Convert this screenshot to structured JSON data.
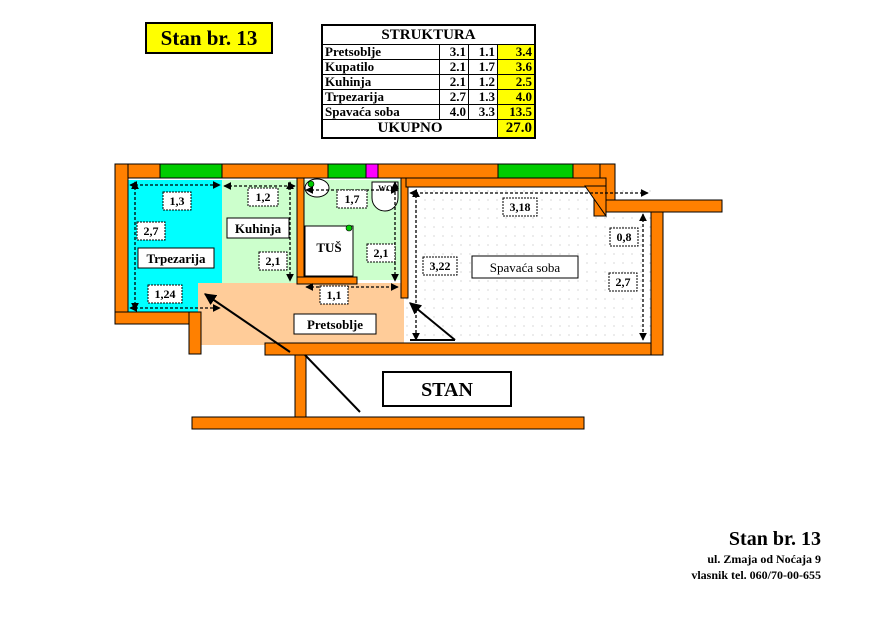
{
  "title": "Stan br. 13",
  "structure": {
    "header": "STRUKTURA",
    "rows": [
      {
        "name": "Pretsoblje",
        "a": "3.1",
        "b": "1.1",
        "area": "3.4"
      },
      {
        "name": "Kupatilo",
        "a": "2.1",
        "b": "1.7",
        "area": "3.6"
      },
      {
        "name": "Kuhinja",
        "a": "2.1",
        "b": "1.2",
        "area": "2.5"
      },
      {
        "name": "Trpezarija",
        "a": "2.7",
        "b": "1.3",
        "area": "4.0"
      },
      {
        "name": "Spavaća soba",
        "a": "4.0",
        "b": "3.3",
        "area": "13.5"
      }
    ],
    "total_label": "UKUPNO",
    "total_value": "27.0"
  },
  "rooms": {
    "trpezarija": "Trpezarija",
    "kuhinja": "Kuhinja",
    "tus": "TUŠ",
    "wc": "WC",
    "spavaca": "Spavaća soba",
    "pretsoblje": "Pretsoblje"
  },
  "dimensions": {
    "trp_w": "1,3",
    "trp_h": "2,7",
    "trp_w2": "1,24",
    "kuh_w": "1,2",
    "kuh_h": "2,1",
    "kup_w": "1,7",
    "kup_h": "2,1",
    "pret_w": "1,1",
    "spa_w": "3,18",
    "spa_h": "3,22",
    "spa_h2": "2,7",
    "spa_n": "0,8"
  },
  "stan_label": "STAN",
  "footer": {
    "title": "Stan br. 13",
    "address": "ul. Zmaja od Noćaja 9",
    "phone": "vlasnik tel. 060/70-00-655"
  },
  "colors": {
    "wall": "#ff8000",
    "window": "#00cc00",
    "trpezarija": "#00ffff",
    "kuhinja": "#ccffcc",
    "pretsoblje": "#ffcc99",
    "highlight": "#ffff00",
    "vent": "#ff00ff"
  }
}
